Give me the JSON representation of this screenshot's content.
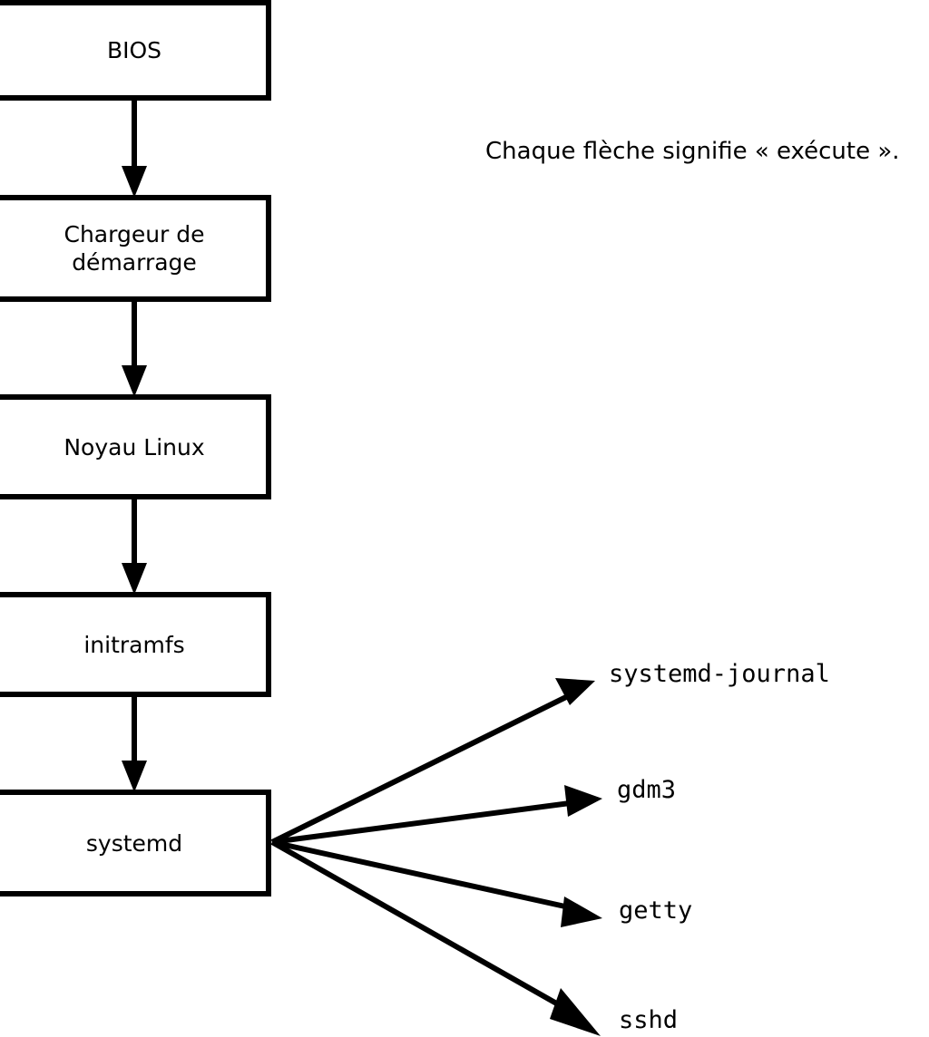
{
  "diagram": {
    "title_caption": "Chaque flèche signifie « exécute ».",
    "boot_chain": [
      {
        "id": "bios",
        "label": "BIOS"
      },
      {
        "id": "bootloader",
        "label": "Chargeur de\ndémarrage"
      },
      {
        "id": "kernel",
        "label": "Noyau Linux"
      },
      {
        "id": "initramfs",
        "label": "initramfs"
      },
      {
        "id": "systemd",
        "label": "systemd"
      }
    ],
    "services": [
      {
        "id": "systemd-journal",
        "label": "systemd-journal"
      },
      {
        "id": "gdm3",
        "label": "gdm3"
      },
      {
        "id": "getty",
        "label": "getty"
      },
      {
        "id": "sshd",
        "label": "sshd"
      }
    ],
    "colors": {
      "stroke": "#000000",
      "box_fill": "#ffffff",
      "background": "#ffffff",
      "text": "#000000"
    }
  }
}
